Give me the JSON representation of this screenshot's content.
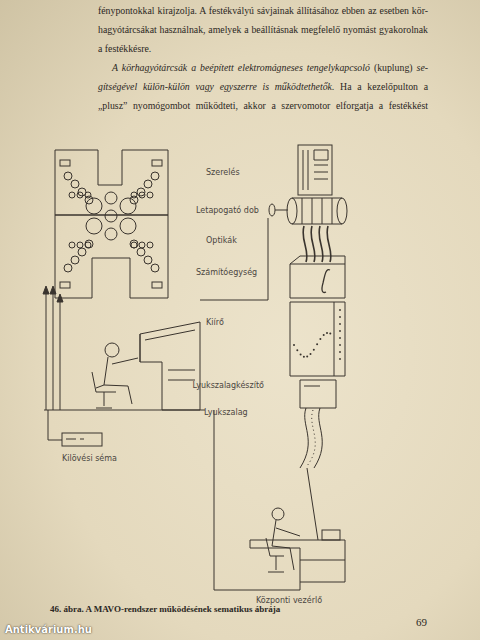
{
  "diagram": {
    "caption": "46. ábra. A MAVO-rendszer működésének sematikus ábrája",
    "labels": [
      "fénypontokkal kirajzolja. A festékvályú sávjainak állításához ebben az esetben kör-",
      "hagyótárcsákat használnak, amelyek a beállításnak megfelelő nyomást gyakorolnak",
      "a festékkésre.",
      "A körhagyótárcsák a beépített elektromágneses tengelykapcsoló",
      "(kuplung)",
      "se-",
      "gítségével külön-külön vagy egyszerre is működtethetők.",
      "Ha a kezelőpulton a",
      "„plusz” nyomógombot működteti, akkor a szervomotor elforgatja a festékkést",
      "Szerelés",
      "Letapogató dob",
      "Optikák",
      "Számítóegység",
      "Kiírő",
      "Lyukszalagkészítő",
      "Lyukszalag",
      "Kilövési séma",
      "Központi vezérlő",
      "69",
      "Antikvárium.hu"
    ]
  }
}
